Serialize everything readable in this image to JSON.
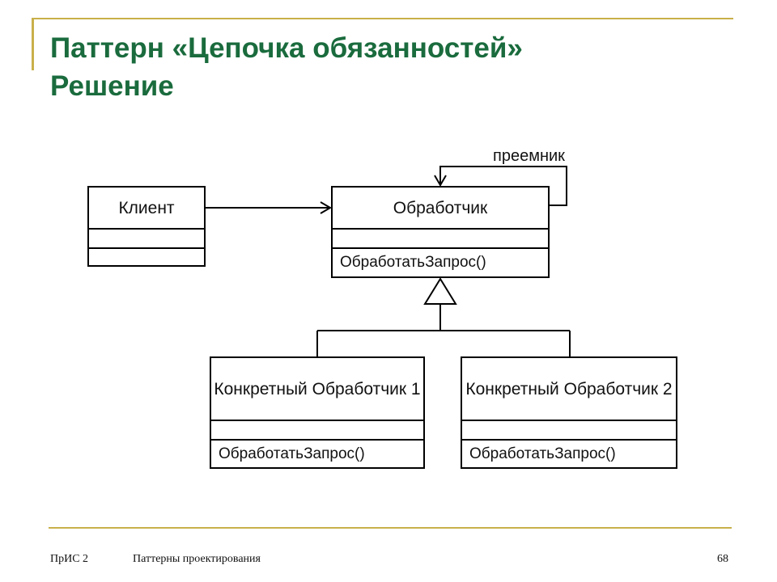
{
  "slide": {
    "title_line1": "Паттерн «Цепочка обязанностей»",
    "title_line2": "Решение"
  },
  "diagram": {
    "client": {
      "name": "Клиент"
    },
    "handler": {
      "name": "Обработчик",
      "operation": "ОбработатьЗапрос()"
    },
    "successor_label": "преемник",
    "concrete1": {
      "name": "Конкретный Обработчик 1",
      "operation": "ОбработатьЗапрос()"
    },
    "concrete2": {
      "name": "Конкретный Обработчик 2",
      "operation": "ОбработатьЗапрос()"
    }
  },
  "footer": {
    "course": "ПрИС 2",
    "topic": "Паттерны проектирования",
    "page": "68"
  },
  "colors": {
    "title": "#1a6b3d",
    "accent_line": "#c8b04a",
    "diagram_lines": "#000000"
  }
}
